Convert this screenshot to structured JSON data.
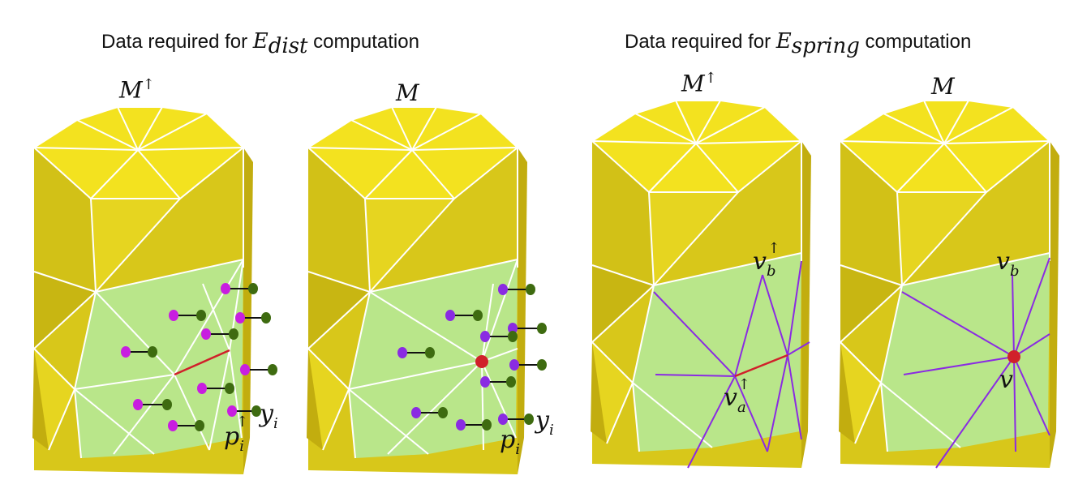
{
  "captions": {
    "dist": {
      "prefix": "Data required for ",
      "symbol": "E",
      "subscript": "dist",
      "suffix": " computation"
    },
    "spring": {
      "prefix": "Data required for ",
      "symbol": "E",
      "subscript": "spring",
      "suffix": " computation"
    }
  },
  "mesh_labels": {
    "m_up_1": "M",
    "m_up_1_arrow": "↑",
    "m_1": "M",
    "m_up_2": "M",
    "m_up_2_arrow": "↑",
    "m_2": "M"
  },
  "point_labels": {
    "y_i_1": "y",
    "y_i_1_sub": "i",
    "p_i_up": "p",
    "p_i_up_sub": "i",
    "p_i_up_arrow": "↑",
    "y_i_2": "y",
    "y_i_2_sub": "i",
    "p_i": "p",
    "p_i_sub": "i",
    "v_b_up": "v",
    "v_b_up_sub": "b",
    "v_b_up_arrow": "↑",
    "v_a_up": "v",
    "v_a_up_sub": "a",
    "v_a_up_arrow": "↑",
    "v_b": "v",
    "v_b_sub": "b",
    "v": "v"
  },
  "colors": {
    "top": "#f3e21f",
    "side_dark": "#c2ad0f",
    "side_mid": "#d8c71a",
    "side_light": "#e6d520",
    "patch": "#b9e68a",
    "edge": "#ffffff",
    "purple_line": "#8a2be2",
    "red": "#d0202a",
    "magenta": "#c81ee0",
    "violet": "#8a2be2",
    "green_dot": "#3e6b10"
  }
}
